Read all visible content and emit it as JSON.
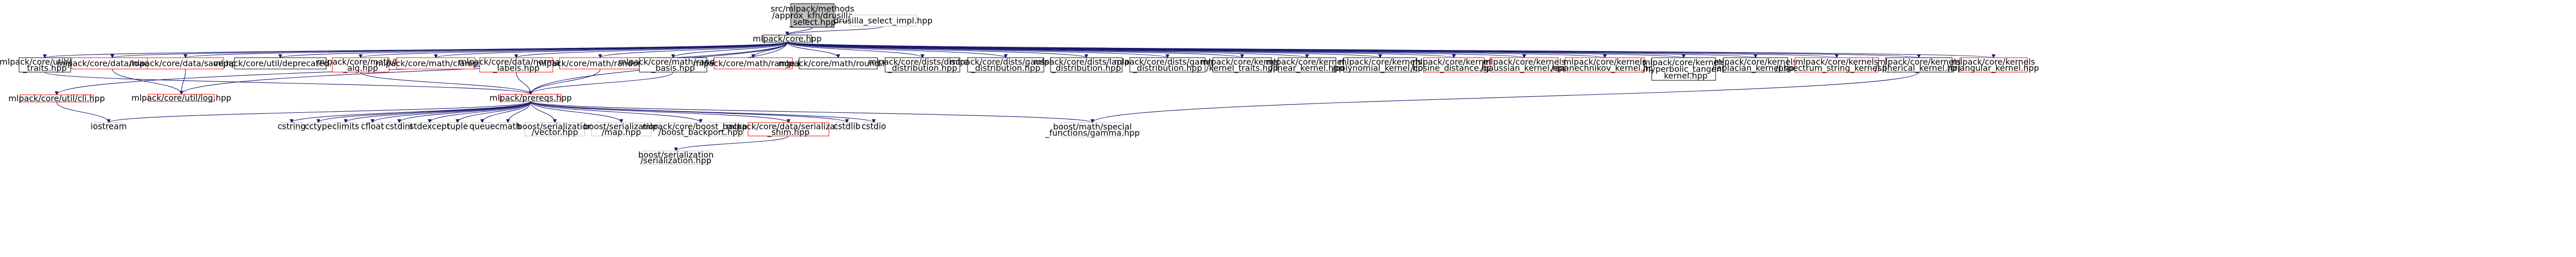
{
  "diagram": {
    "colors": {
      "background": "#ffffff",
      "root_fill": "#bfbfbf",
      "node_fill": "#ffffff",
      "default_border": "#bfbfbf",
      "linked_border": "#000000",
      "missing_border": "#ff0000",
      "edge": "#191970"
    },
    "nodes": [
      {
        "id": "root",
        "lines": [
          "src/mlpack/methods",
          "/approx_kfn/drusilla",
          "_select.hpp"
        ],
        "style": "root"
      },
      {
        "id": "impl",
        "lines": [
          "drusilla_select_impl.hpp"
        ],
        "style": "default"
      },
      {
        "id": "core",
        "lines": [
          "mlpack/core.hpp"
        ],
        "style": "linked"
      },
      {
        "id": "gamma",
        "lines": [
          "mlpack/core/util/arma",
          "_traits.hpp"
        ],
        "style": "linked"
      },
      {
        "id": "load",
        "lines": [
          "mlpack/core/data/load.hpp"
        ],
        "style": "missing"
      },
      {
        "id": "save",
        "lines": [
          "mlpack/core/data/save.hpp"
        ],
        "style": "missing"
      },
      {
        "id": "deprecated",
        "lines": [
          "mlpack/core/util/deprecated.hpp"
        ],
        "style": "linked"
      },
      {
        "id": "lin_alg",
        "lines": [
          "mlpack/core/math/lin",
          "_alg.hpp"
        ],
        "style": "missing"
      },
      {
        "id": "clamp",
        "lines": [
          "mlpack/core/math/clamp.hpp"
        ],
        "style": "missing"
      },
      {
        "id": "normalize",
        "lines": [
          "mlpack/core/data/normalize",
          "_labels.hpp"
        ],
        "style": "missing"
      },
      {
        "id": "random",
        "lines": [
          "mlpack/core/math/random.hpp"
        ],
        "style": "missing"
      },
      {
        "id": "random_basis",
        "lines": [
          "mlpack/core/math/random",
          "_basis.hpp"
        ],
        "style": "linked"
      },
      {
        "id": "range",
        "lines": [
          "mlpack/core/math/range.hpp"
        ],
        "style": "missing"
      },
      {
        "id": "round",
        "lines": [
          "mlpack/core/math/round.hpp"
        ],
        "style": "linked"
      },
      {
        "id": "discrete",
        "lines": [
          "mlpack/core/dists/discrete",
          "_distribution.hpp"
        ],
        "style": "linked"
      },
      {
        "id": "gaussian_dist",
        "lines": [
          "mlpack/core/dists/gaussian",
          "_distribution.hpp"
        ],
        "style": "linked"
      },
      {
        "id": "laplace",
        "lines": [
          "mlpack/core/dists/laplace",
          "_distribution.hpp"
        ],
        "style": "linked"
      },
      {
        "id": "gamma_dist",
        "lines": [
          "mlpack/core/dists/gamma",
          "_distribution.hpp"
        ],
        "style": "linked"
      },
      {
        "id": "kernel_traits",
        "lines": [
          "mlpack/core/kernels",
          "/kernel_traits.hpp"
        ],
        "style": "linked"
      },
      {
        "id": "linear",
        "lines": [
          "mlpack/core/kernels",
          "/linear_kernel.hpp"
        ],
        "style": "linked"
      },
      {
        "id": "polynomial",
        "lines": [
          "mlpack/core/kernels",
          "/polynomial_kernel.hpp"
        ],
        "style": "linked"
      },
      {
        "id": "cosine",
        "lines": [
          "mlpack/core/kernels",
          "/cosine_distance.hpp"
        ],
        "style": "missing"
      },
      {
        "id": "gaussian_kernel",
        "lines": [
          "mlpack/core/kernels",
          "/gaussian_kernel.hpp"
        ],
        "style": "missing"
      },
      {
        "id": "epanechnikov",
        "lines": [
          "mlpack/core/kernels",
          "/epanechnikov_kernel.hpp"
        ],
        "style": "missing"
      },
      {
        "id": "hyperbolic",
        "lines": [
          "mlpack/core/kernels",
          "/hyperbolic_tangent",
          "_kernel.hpp"
        ],
        "style": "linked"
      },
      {
        "id": "laplacian",
        "lines": [
          "mlpack/core/kernels",
          "/laplacian_kernel.hpp"
        ],
        "style": "linked"
      },
      {
        "id": "pspectrum",
        "lines": [
          "mlpack/core/kernels",
          "/pspectrum_string_kernel.hpp"
        ],
        "style": "missing"
      },
      {
        "id": "spherical",
        "lines": [
          "mlpack/core/kernels",
          "/spherical_kernel.hpp"
        ],
        "style": "linked"
      },
      {
        "id": "triangular",
        "lines": [
          "mlpack/core/kernels",
          "/triangular_kernel.hpp"
        ],
        "style": "missing"
      },
      {
        "id": "timers",
        "lines": [
          "mlpack/core/util/cli.hpp"
        ],
        "style": "missing"
      },
      {
        "id": "log",
        "lines": [
          "mlpack/core/util/log.hpp"
        ],
        "style": "missing"
      },
      {
        "id": "prereqs",
        "lines": [
          "mlpack/prereqs.hpp"
        ],
        "style": "missing"
      },
      {
        "id": "iostream",
        "lines": [
          "iostream"
        ],
        "style": "default"
      },
      {
        "id": "cstring",
        "lines": [
          "cstring"
        ],
        "style": "default"
      },
      {
        "id": "cctype",
        "lines": [
          "cctype"
        ],
        "style": "default"
      },
      {
        "id": "climits",
        "lines": [
          "climits"
        ],
        "style": "default"
      },
      {
        "id": "cfloat",
        "lines": [
          "cfloat"
        ],
        "style": "default"
      },
      {
        "id": "cstdint",
        "lines": [
          "cstdint"
        ],
        "style": "default"
      },
      {
        "id": "stdexcept",
        "lines": [
          "stdexcept"
        ],
        "style": "default"
      },
      {
        "id": "tuple",
        "lines": [
          "tuple"
        ],
        "style": "default"
      },
      {
        "id": "queue",
        "lines": [
          "queue"
        ],
        "style": "default"
      },
      {
        "id": "cmath",
        "lines": [
          "cmath"
        ],
        "style": "default"
      },
      {
        "id": "ser_vector",
        "lines": [
          "boost/serialization",
          "/vector.hpp"
        ],
        "style": "default"
      },
      {
        "id": "ser_map",
        "lines": [
          "boost/serialization",
          "/map.hpp"
        ],
        "style": "default"
      },
      {
        "id": "backport",
        "lines": [
          "mlpack/core/boost_backport",
          "/boost_backport.hpp"
        ],
        "style": "default"
      },
      {
        "id": "shim",
        "lines": [
          "mlpack/core/data/serialization",
          "_shim.hpp"
        ],
        "style": "missing"
      },
      {
        "id": "cstdlib",
        "lines": [
          "cstdlib"
        ],
        "style": "default"
      },
      {
        "id": "cstdio",
        "lines": [
          "cstdio"
        ],
        "style": "default"
      },
      {
        "id": "boost_gamma",
        "lines": [
          "boost/math/special",
          "_functions/gamma.hpp"
        ],
        "style": "default"
      },
      {
        "id": "ser_serialization",
        "lines": [
          "boost/serialization",
          "/serialization.hpp"
        ],
        "style": "default"
      }
    ],
    "edges": [
      [
        "root",
        "impl"
      ],
      [
        "root",
        "core"
      ],
      [
        "impl",
        "core"
      ],
      [
        "core",
        "gamma"
      ],
      [
        "core",
        "load"
      ],
      [
        "core",
        "save"
      ],
      [
        "core",
        "deprecated"
      ],
      [
        "core",
        "lin_alg"
      ],
      [
        "core",
        "clamp"
      ],
      [
        "core",
        "normalize"
      ],
      [
        "core",
        "random"
      ],
      [
        "core",
        "random_basis"
      ],
      [
        "core",
        "range"
      ],
      [
        "core",
        "round"
      ],
      [
        "core",
        "discrete"
      ],
      [
        "core",
        "gaussian_dist"
      ],
      [
        "core",
        "laplace"
      ],
      [
        "core",
        "gamma_dist"
      ],
      [
        "core",
        "kernel_traits"
      ],
      [
        "core",
        "linear"
      ],
      [
        "core",
        "polynomial"
      ],
      [
        "core",
        "cosine"
      ],
      [
        "core",
        "gaussian_kernel"
      ],
      [
        "core",
        "epanechnikov"
      ],
      [
        "core",
        "hyperbolic"
      ],
      [
        "core",
        "laplacian"
      ],
      [
        "core",
        "pspectrum"
      ],
      [
        "core",
        "spherical"
      ],
      [
        "core",
        "triangular"
      ],
      [
        "core",
        "timers"
      ],
      [
        "core",
        "log"
      ],
      [
        "core",
        "prereqs"
      ],
      [
        "gamma",
        "prereqs"
      ],
      [
        "load",
        "log"
      ],
      [
        "save",
        "log"
      ],
      [
        "lin_alg",
        "prereqs"
      ],
      [
        "random",
        "prereqs"
      ],
      [
        "random_basis",
        "prereqs"
      ],
      [
        "normalize",
        "prereqs"
      ],
      [
        "timers",
        "iostream"
      ],
      [
        "prereqs",
        "iostream"
      ],
      [
        "prereqs",
        "cstring"
      ],
      [
        "prereqs",
        "cctype"
      ],
      [
        "prereqs",
        "climits"
      ],
      [
        "prereqs",
        "cfloat"
      ],
      [
        "prereqs",
        "cstdint"
      ],
      [
        "prereqs",
        "stdexcept"
      ],
      [
        "prereqs",
        "tuple"
      ],
      [
        "prereqs",
        "queue"
      ],
      [
        "prereqs",
        "cmath"
      ],
      [
        "prereqs",
        "ser_vector"
      ],
      [
        "prereqs",
        "ser_map"
      ],
      [
        "prereqs",
        "backport"
      ],
      [
        "prereqs",
        "shim"
      ],
      [
        "prereqs",
        "cstdlib"
      ],
      [
        "prereqs",
        "cstdio"
      ],
      [
        "prereqs",
        "boost_gamma"
      ],
      [
        "shim",
        "ser_serialization"
      ],
      [
        "spherical",
        "boost_gamma"
      ]
    ]
  }
}
